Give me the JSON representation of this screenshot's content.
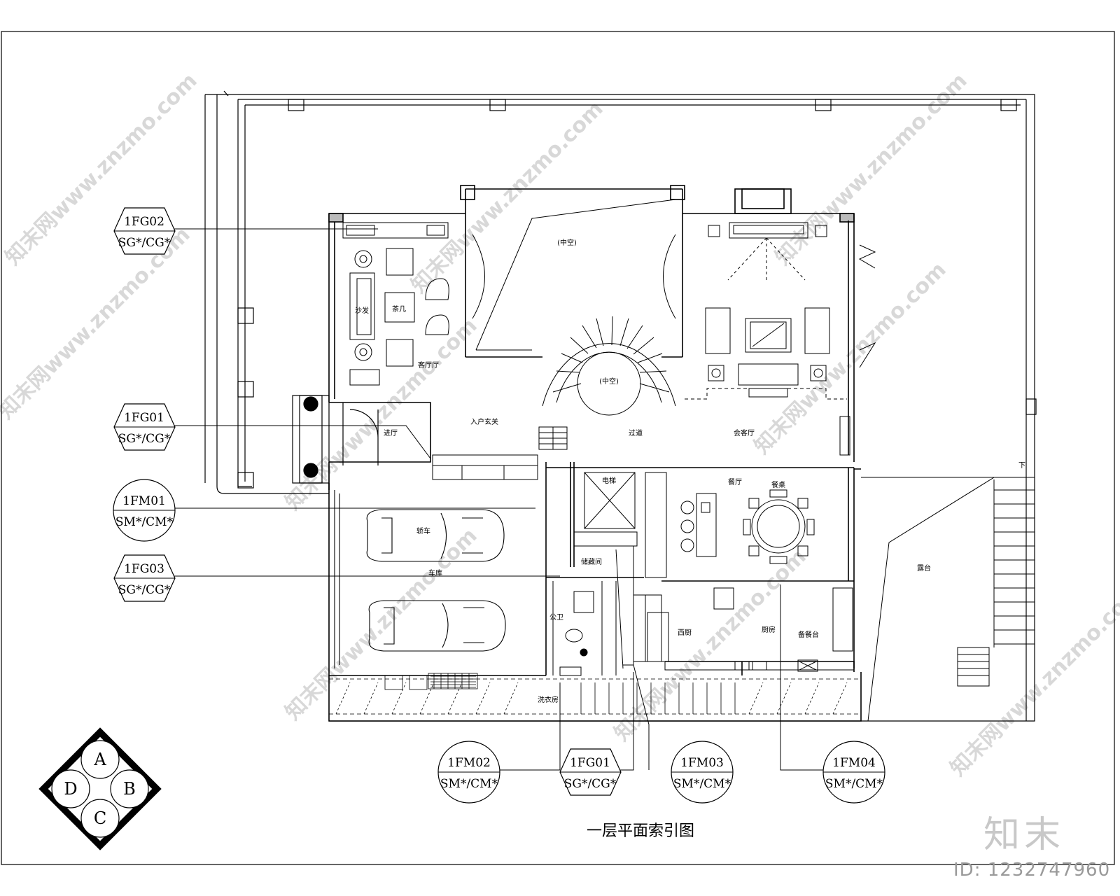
{
  "drawing_title": "一层平面索引图",
  "index_tags": [
    {
      "code": "1FG02",
      "sub": "SG*/CG*"
    },
    {
      "code": "1FG01",
      "sub": "SG*/CG*"
    },
    {
      "code": "1FM01",
      "sub": "SM*/CM*"
    },
    {
      "code": "1FG03",
      "sub": "SG*/CG*"
    },
    {
      "code": "1FM02",
      "sub": "SM*/CM*"
    },
    {
      "code": "1FG01",
      "sub": "SG*/CG*"
    },
    {
      "code": "1FM03",
      "sub": "SM*/CM*"
    },
    {
      "code": "1FM04",
      "sub": "SM*/CM*"
    }
  ],
  "rooms": {
    "upper_void": "(中空)",
    "stair_void": "(中空)",
    "guest_lounge": "客厅厅",
    "sofa": "沙发",
    "tea_table": "茶几",
    "entrance": "入户玄关",
    "foyer": "进厅",
    "corridor": "过道",
    "family_room": "会客厅",
    "elevator": "电梯",
    "dining": "餐厅",
    "dining_table": "餐桌",
    "kitchen": "厨房",
    "western_kitchen": "西厨",
    "pantry": "备餐台",
    "garage": "车库",
    "car": "轿车",
    "storage": "储藏间",
    "toilet": "公卫",
    "laundry": "洗衣房",
    "platform": "露台",
    "down": "下"
  },
  "compass": [
    "A",
    "B",
    "C",
    "D"
  ],
  "watermark_text": "知末网www.znzmo.com",
  "brand": "知末",
  "file_id": "ID: 1232747960"
}
